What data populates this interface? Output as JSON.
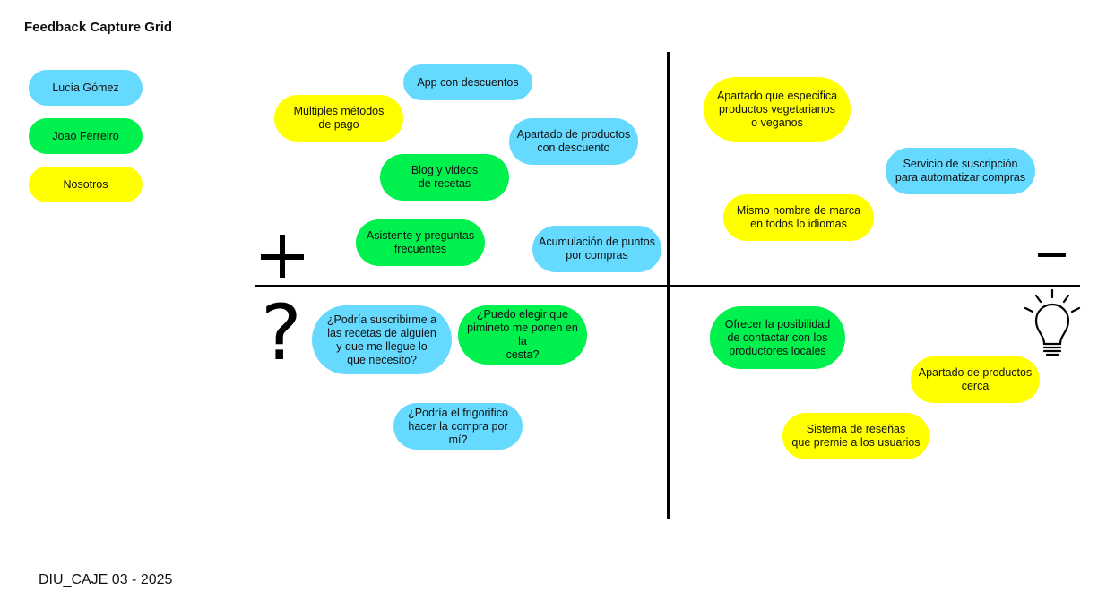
{
  "title": "Feedback Capture Grid",
  "footer": "DIU_CAJE 03 - 2025",
  "colors": {
    "blue": "#66d9ff",
    "green": "#00f04d",
    "yellow": "#ffff00"
  },
  "legend": [
    {
      "label": "Lucía Gómez",
      "color": "blue"
    },
    {
      "label": "Joao Ferreiro",
      "color": "green"
    },
    {
      "label": "Nosotros",
      "color": "yellow"
    }
  ],
  "quadrant_icons": {
    "top_left": "plus-sign",
    "top_right": "minus-sign",
    "bottom_left": "question-mark",
    "bottom_right": "lightbulb-icon"
  },
  "notes": {
    "app_descuentos": "App con descuentos",
    "metodos_pago": "Multiples métodos\nde pago",
    "productos_descuento": "Apartado de productos\ncon descuento",
    "blog_recetas": "Blog y videos\nde recetas",
    "asistente": "Asistente y preguntas\nfrecuentes",
    "puntos": "Acumulación de puntos\npor compras",
    "vegetarianos": "Apartado que especifica\nproductos vegetarianos\no veganos",
    "suscripcion": "Servicio de suscripción\npara automatizar compras",
    "marca": "Mismo nombre de marca\nen todos lo idiomas",
    "suscribirme_recetas": "¿Podría suscribirme a\nlas recetas de alguien\ny que me llegue lo\nque necesito?",
    "pimiento": "¿Puedo elegir que\npimineto me ponen en la\ncesta?",
    "frigorifico": "¿Podría el frigorifico\nhacer la compra por mí?",
    "productores": "Ofrecer la posibilidad\nde contactar con los\nproductores locales",
    "productos_cerca": "Apartado de productos\ncerca",
    "resenas": "Sistema de reseñas\nque premie a los usuarios"
  }
}
